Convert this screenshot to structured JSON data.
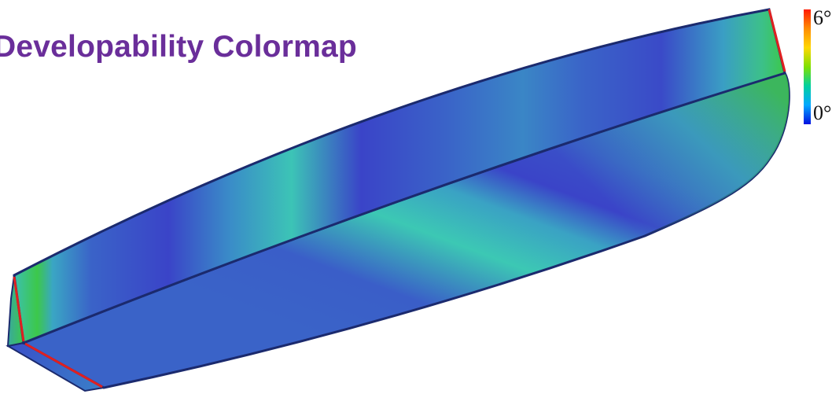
{
  "title": {
    "text": "Developability Colormap",
    "color": "#6a2e9a"
  },
  "legend": {
    "max_label": "6°",
    "min_label": "0°",
    "colors": [
      "#ff1a00",
      "#ff8c00",
      "#ffd700",
      "#7fe000",
      "#00d0a0",
      "#00a8ff",
      "#0010e0"
    ]
  },
  "colors": {
    "surface_base": "#3a63c8",
    "surface_dark": "#3a44c8",
    "surface_cyan": "#3ccbb6",
    "surface_green": "#3cc84a",
    "edge": "#1b2a6e",
    "rulings": "#e02020"
  }
}
